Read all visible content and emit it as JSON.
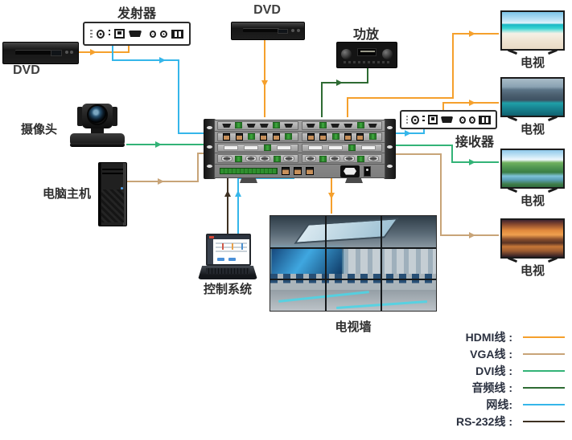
{
  "devices": {
    "transmitter": {
      "label": "发射器"
    },
    "dvd_left": {
      "label": "DVD"
    },
    "dvd_top": {
      "label": "DVD"
    },
    "amplifier": {
      "label": "功放"
    },
    "camera": {
      "label": "摄像头"
    },
    "pc": {
      "label": "电脑主机"
    },
    "receiver": {
      "label": "接收器"
    },
    "control_system": {
      "label": "控制系统"
    },
    "tv_wall": {
      "label": "电视墙"
    },
    "tvs": [
      {
        "label": "电视",
        "scene": "beach"
      },
      {
        "label": "电视",
        "scene": "mountain-lake"
      },
      {
        "label": "电视",
        "scene": "green-valley"
      },
      {
        "label": "电视",
        "scene": "sunset-peaks"
      }
    ]
  },
  "legend": {
    "items": [
      {
        "label": "HDMI线 :",
        "cable": "hdmi"
      },
      {
        "label": "VGA线 :",
        "cable": "vga"
      },
      {
        "label": "DVI线 :",
        "cable": "dvi"
      },
      {
        "label": "音频线 :",
        "cable": "audio"
      },
      {
        "label": "网线:",
        "cable": "net"
      },
      {
        "label": "RS-232线 :",
        "cable": "rs232"
      }
    ],
    "colors": {
      "hdmi": "#F5A02C",
      "vga": "#C8A478",
      "dvi": "#33B377",
      "audio": "#2E6B33",
      "net": "#35B6EA",
      "rs232": "#3E3122"
    }
  },
  "connections": [
    {
      "from": "DVD",
      "to": "发射器",
      "cable": "HDMI线"
    },
    {
      "from": "发射器",
      "to": "矩阵主机",
      "cable": "网线"
    },
    {
      "from": "DVD",
      "to": "矩阵主机",
      "cable": "HDMI线"
    },
    {
      "from": "矩阵主机",
      "to": "功放",
      "cable": "音频线"
    },
    {
      "from": "摄像头",
      "to": "矩阵主机",
      "cable": "DVI线"
    },
    {
      "from": "电脑主机",
      "to": "矩阵主机",
      "cable": "VGA线"
    },
    {
      "from": "控制系统",
      "to": "矩阵主机",
      "cable": "RS-232线"
    },
    {
      "from": "控制系统",
      "to": "矩阵主机",
      "cable": "网线"
    },
    {
      "from": "矩阵主机",
      "to": "电视墙",
      "cable": "HDMI线"
    },
    {
      "from": "矩阵主机",
      "to": "电视",
      "cable": "HDMI线"
    },
    {
      "from": "矩阵主机",
      "to": "接收器",
      "cable": "网线"
    },
    {
      "from": "接收器",
      "to": "电视",
      "cable": "HDMI线"
    },
    {
      "from": "矩阵主机",
      "to": "电视",
      "cable": "DVI线"
    },
    {
      "from": "矩阵主机",
      "to": "电视",
      "cable": "VGA线"
    }
  ]
}
